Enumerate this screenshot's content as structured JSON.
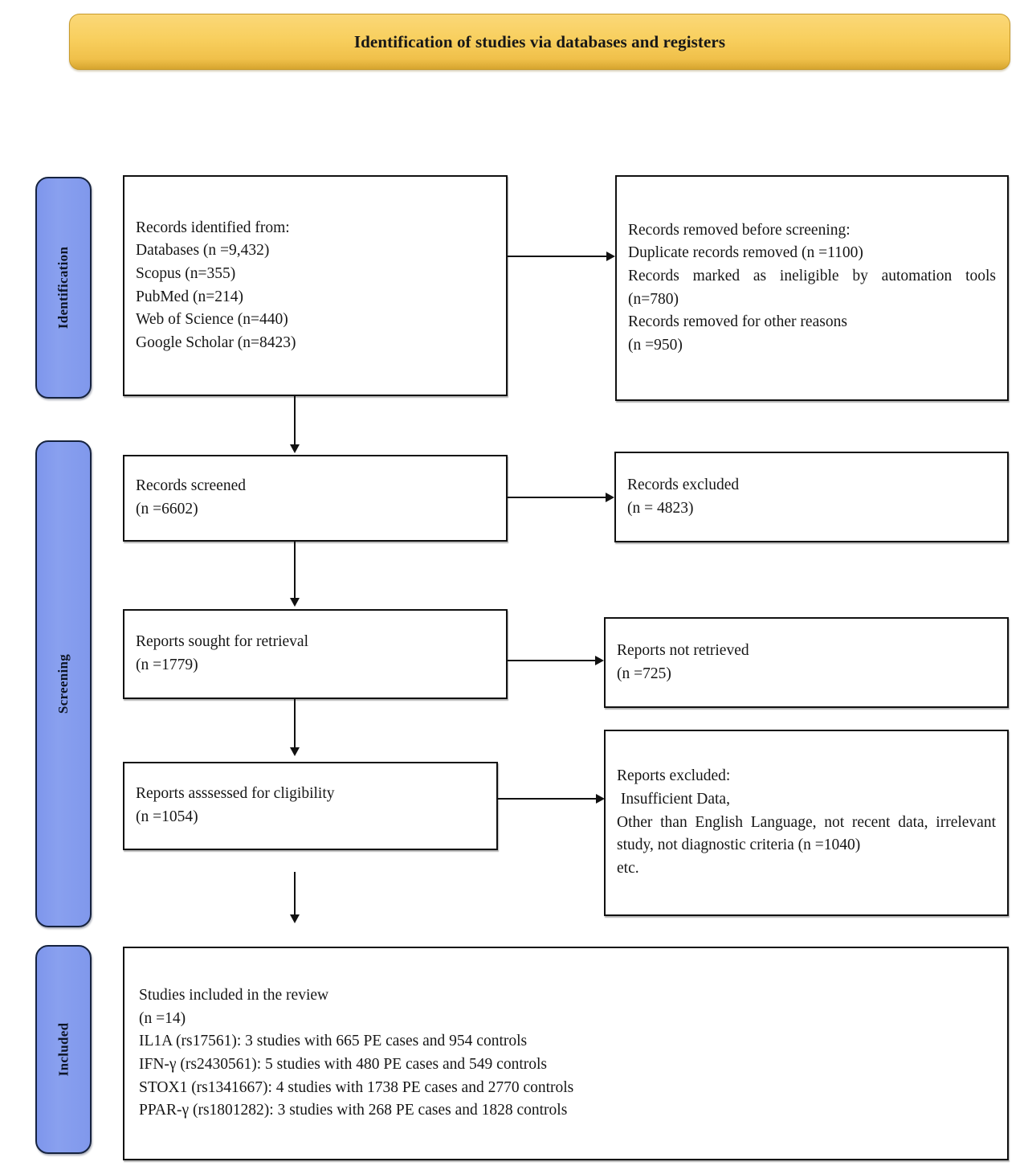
{
  "banner": {
    "title": "Identification of studies via databases and registers",
    "color": "#f5cc5e"
  },
  "stages": {
    "identification": "Identification",
    "screening": "Screening",
    "included": "Included",
    "color": "#8098ec"
  },
  "boxes": {
    "identified": {
      "lines": [
        "Records identified from:",
        "Databases (n =9,432)",
        "Scopus (n=355)",
        "PubMed (n=214)",
        "Web of Science (n=440)",
        "Google Scholar (n=8423)"
      ]
    },
    "removed": {
      "line1": "Records removed before screening:",
      "line2": "Duplicate records removed (n =1100)",
      "line3": "Records marked as ineligible by automation tools",
      "line4": "(n=780)",
      "line5": "Records removed for other reasons",
      "line6": "(n =950)"
    },
    "screened": {
      "line1": "Records screened",
      "line2": "(n =6602)"
    },
    "excluded": {
      "line1": "Records excluded",
      "line2": "(n = 4823)"
    },
    "sought": {
      "line1": "Reports sought for retrieval",
      "line2": "(n =1779)"
    },
    "not_retrieved": {
      "line1": "Reports not retrieved",
      "line2": "(n =725)"
    },
    "eligibility": {
      "line1": "Reports asssessed for cligibility",
      "line2": "(n =1054)"
    },
    "reports_excluded": {
      "line1": "Reports excluded:",
      "line2": " Insufficient Data,",
      "line3": "Other than English Language, not recent data, irrelevant",
      "line4": "study, not diagnostic criteria (n =1040)",
      "line5": "etc."
    },
    "included": {
      "line1": "Studies included in the review",
      "line2": "(n =14)",
      "line3": "IL1A (rs17561): 3 studies with 665 PE cases and 954 controls",
      "line4": "IFN-γ (rs2430561): 5 studies with 480 PE cases and 549 controls",
      "line5": "STOX1 (rs1341667): 4 studies with 1738 PE cases and 2770 controls",
      "line6": "PPAR-γ (rs1801282): 3 studies with 268 PE cases and 1828 controls"
    }
  }
}
